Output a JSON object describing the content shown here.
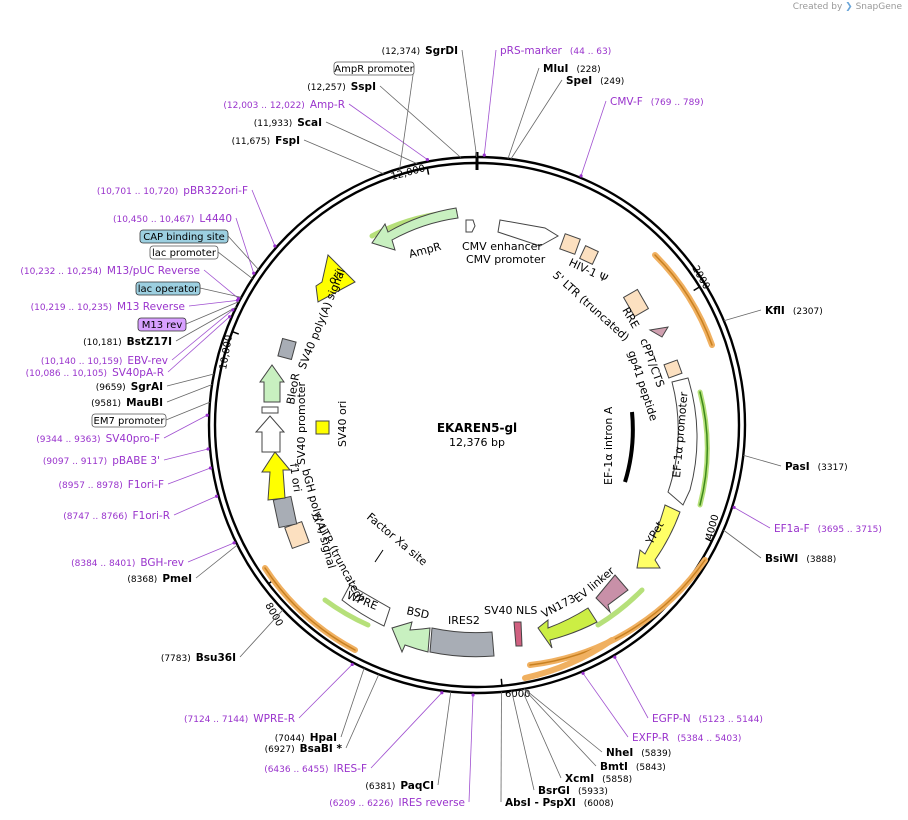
{
  "credit": {
    "text": "Created by",
    "brand": "SnapGene"
  },
  "plasmid": {
    "name": "EKAREN5-gl",
    "size": "12,376 bp",
    "length": 12376
  },
  "colors": {
    "enzyme": "#000000",
    "primer": "#9933cc",
    "orf_orange": "#f0a040",
    "orf_green": "#66bb33",
    "backbone": "#000000"
  },
  "ticks": [
    {
      "label": "2000",
      "bp": 2000
    },
    {
      "label": "4000",
      "bp": 4000
    },
    {
      "label": "6000",
      "bp": 6000
    },
    {
      "label": "8000",
      "bp": 8000
    },
    {
      "label": "10,000",
      "bp": 10000
    },
    {
      "label": "12,000",
      "bp": 12000
    }
  ],
  "enzymes": [
    {
      "name": "SgrDI",
      "pos": "(12,374)",
      "bp": 12374
    },
    {
      "name": "SspI",
      "pos": "(12,257)",
      "bp": 12257
    },
    {
      "name": "ScaI",
      "pos": "(11,933)",
      "bp": 11933
    },
    {
      "name": "FspI",
      "pos": "(11,675)",
      "bp": 11675
    },
    {
      "name": "MluI",
      "pos": "(228)",
      "bp": 228
    },
    {
      "name": "SpeI",
      "pos": "(249)",
      "bp": 249
    },
    {
      "name": "KflI",
      "pos": "(2307)",
      "bp": 2307
    },
    {
      "name": "PasI",
      "pos": "(3317)",
      "bp": 3317
    },
    {
      "name": "BsiWI",
      "pos": "(3888)",
      "bp": 3888
    },
    {
      "name": "BstZ17I",
      "pos": "(10,181)",
      "bp": 10181
    },
    {
      "name": "SgrAI",
      "pos": "(9659)",
      "bp": 9659
    },
    {
      "name": "MauBI",
      "pos": "(9581)",
      "bp": 9581
    },
    {
      "name": "PmeI",
      "pos": "(8368)",
      "bp": 8368
    },
    {
      "name": "Bsu36I",
      "pos": "(7783)",
      "bp": 7783
    },
    {
      "name": "HpaI",
      "pos": "(7044)",
      "bp": 7044
    },
    {
      "name": "BsaBI *",
      "pos": "(6927)",
      "bp": 6927
    },
    {
      "name": "PaqCI",
      "pos": "(6381)",
      "bp": 6381
    },
    {
      "name": "NheI",
      "pos": "(5839)",
      "bp": 5839
    },
    {
      "name": "BmtI",
      "pos": "(5843)",
      "bp": 5843
    },
    {
      "name": "XcmI",
      "pos": "(5858)",
      "bp": 5858
    },
    {
      "name": "BsrGI",
      "pos": "(5933)",
      "bp": 5933
    },
    {
      "name": "AbsI - PspXI",
      "pos": "(6008)",
      "bp": 6008
    }
  ],
  "primers": [
    {
      "name": "pRS-marker",
      "pos": "(44 .. 63)",
      "bp": 53
    },
    {
      "name": "CMV-F",
      "pos": "(769 .. 789)",
      "bp": 779
    },
    {
      "name": "Amp-R",
      "pos": "(12,003 .. 12,022)",
      "bp": 12012
    },
    {
      "name": "pBR322ori-F",
      "pos": "(10,701 .. 10,720)",
      "bp": 10710
    },
    {
      "name": "L4440",
      "pos": "(10,450 .. 10,467)",
      "bp": 10458
    },
    {
      "name": "M13/pUC Reverse",
      "pos": "(10,232 .. 10,254)",
      "bp": 10243
    },
    {
      "name": "M13 Reverse",
      "pos": "(10,219 .. 10,235)",
      "bp": 10227
    },
    {
      "name": "EBV-rev",
      "pos": "(10,140 .. 10,159)",
      "bp": 10150
    },
    {
      "name": "SV40pA-R",
      "pos": "(10,086 .. 10,105)",
      "bp": 10095
    },
    {
      "name": "SV40pro-F",
      "pos": "(9344 .. 9363)",
      "bp": 9353
    },
    {
      "name": "pBABE 3'",
      "pos": "(9097 .. 9117)",
      "bp": 9107
    },
    {
      "name": "F1ori-F",
      "pos": "(8957 .. 8978)",
      "bp": 8967
    },
    {
      "name": "F1ori-R",
      "pos": "(8747 .. 8766)",
      "bp": 8756
    },
    {
      "name": "BGH-rev",
      "pos": "(8384 .. 8401)",
      "bp": 8392
    },
    {
      "name": "WPRE-R",
      "pos": "(7124 .. 7144)",
      "bp": 7134
    },
    {
      "name": "IRES-F",
      "pos": "(6436 .. 6455)",
      "bp": 6445
    },
    {
      "name": "IRES reverse",
      "pos": "(6209 .. 6226)",
      "bp": 6217
    },
    {
      "name": "EF1a-F",
      "pos": "(3695 .. 3715)",
      "bp": 3705
    },
    {
      "name": "EGFP-N",
      "pos": "(5123 .. 5144)",
      "bp": 5133
    },
    {
      "name": "EXFP-R",
      "pos": "(5384 .. 5403)",
      "bp": 5393
    }
  ],
  "boxed_labels": [
    {
      "name": "AmpR promoter"
    },
    {
      "name": "CAP binding site"
    },
    {
      "name": "lac promoter"
    },
    {
      "name": "lac operator"
    },
    {
      "name": "M13 rev"
    },
    {
      "name": "EM7 promoter"
    }
  ],
  "features": [
    {
      "name": "CMV enhancer"
    },
    {
      "name": "CMV promoter"
    },
    {
      "name": "HIV-1 Ψ"
    },
    {
      "name": "5' LTR (truncated)"
    },
    {
      "name": "RRE"
    },
    {
      "name": "cPPT/CTS"
    },
    {
      "name": "gp41 peptide"
    },
    {
      "name": "EF-1α promoter"
    },
    {
      "name": "EF-1α intron A"
    },
    {
      "name": "YPet"
    },
    {
      "name": "EV linker"
    },
    {
      "name": "VN173"
    },
    {
      "name": "SV40 NLS"
    },
    {
      "name": "IRES2"
    },
    {
      "name": "BSD"
    },
    {
      "name": "WPRE"
    },
    {
      "name": "Factor Xa site"
    },
    {
      "name": "5' LTR (truncated)"
    },
    {
      "name": "bGH poly(A) signal"
    },
    {
      "name": "f1 ori"
    },
    {
      "name": "SV40 promoter"
    },
    {
      "name": "BleoR"
    },
    {
      "name": "SV40 ori"
    },
    {
      "name": "SV40 poly(A) signal"
    },
    {
      "name": "ori"
    },
    {
      "name": "AmpR"
    }
  ]
}
